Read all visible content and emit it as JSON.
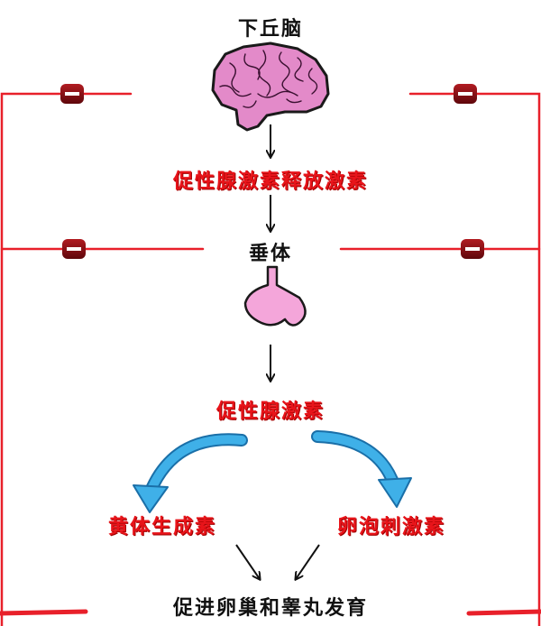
{
  "labels": {
    "hypothalamus": "下丘脑",
    "gnrh": "促性腺激素释放激素",
    "pituitary": "垂体",
    "gonadotropin": "促性腺激素",
    "lh": "黄体生成素",
    "fsh": "卵泡刺激素",
    "result": "促进卵巢和睾丸发育"
  },
  "inhibit_symbol": "−",
  "colors": {
    "feedback_line": "#e8202a",
    "inhibit_badge": "#8c0f14",
    "label_red": "#e8141a",
    "brain": "#e38ac9",
    "pituitary": "#f4a6da",
    "curve_arrow": "#3fb0e8",
    "arrow": "#111111"
  }
}
